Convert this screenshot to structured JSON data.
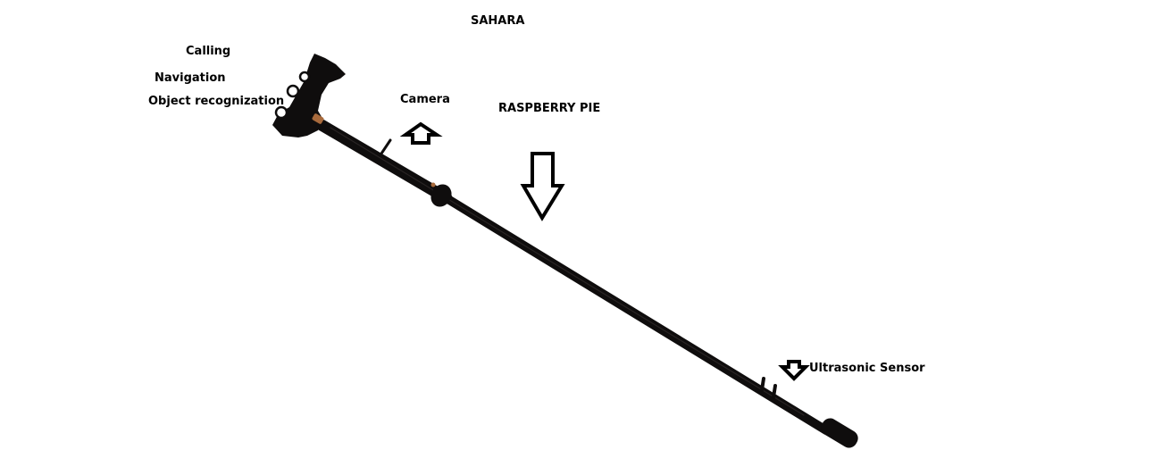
{
  "title": "SAHARA",
  "labels": {
    "calling": "Calling",
    "navigation": "Navigation",
    "object_recognization": "Object recognization",
    "camera": "Camera",
    "raspberry_pie": "RASPBERRY PIE",
    "ultrasonic_sensor": "Ultrasonic Sensor"
  },
  "colors": {
    "background": "#ffffff",
    "cane": "#0f0d0d",
    "accent": "#a86a3c",
    "text": "#000000"
  }
}
